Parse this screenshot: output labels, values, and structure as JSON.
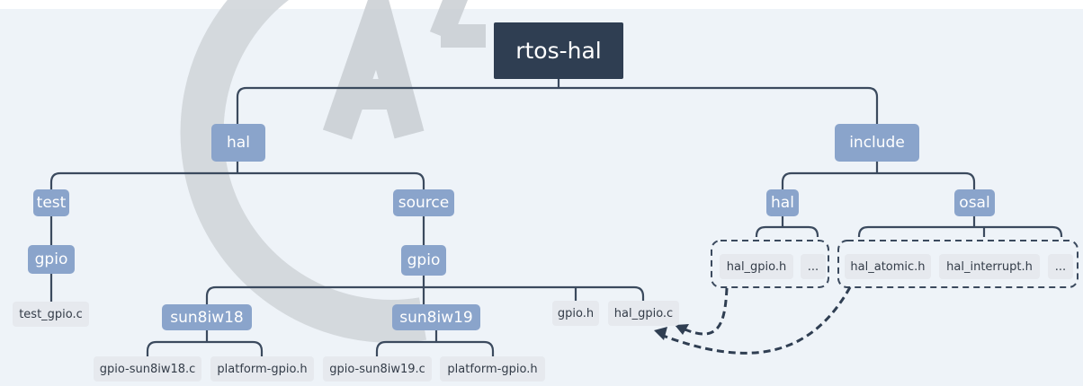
{
  "diagram": {
    "root": "rtos-hal",
    "hal": "hal",
    "include": "include",
    "test": "test",
    "source": "source",
    "test_gpio": "gpio",
    "source_gpio": "gpio",
    "include_hal": "hal",
    "osal": "osal",
    "test_gpio_c": "test_gpio.c",
    "sun8iw18": "sun8iw18",
    "sun8iw19": "sun8iw19",
    "gpio_h": "gpio.h",
    "hal_gpio_c": "hal_gpio.c",
    "gpio_sun8iw18_c": "gpio-sun8iw18.c",
    "platform_gpio_h_1": "platform-gpio.h",
    "gpio_sun8iw19_c": "gpio-sun8iw19.c",
    "platform_gpio_h_2": "platform-gpio.h",
    "hal_gpio_h": "hal_gpio.h",
    "hal_more": "...",
    "hal_atomic_h": "hal_atomic.h",
    "hal_interrupt_h": "hal_interrupt.h",
    "osal_more": "..."
  },
  "colors": {
    "root": "#2f3e52",
    "branch": "#8aa4cb",
    "leaf": "#e6e9ee",
    "line": "#3b4a5e",
    "background": "#eef3f8"
  }
}
